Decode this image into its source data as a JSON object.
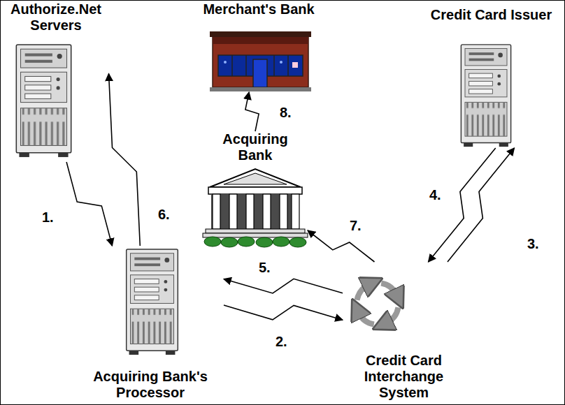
{
  "diagram": {
    "nodes": [
      {
        "text": [
          "Authorize.Net Servers"
        ]
      },
      {
        "text": [
          "Merchant's Bank"
        ]
      },
      {
        "text": [
          "Credit Card Issuer"
        ]
      },
      {
        "text": [
          "Acquiring Bank"
        ]
      },
      {
        "text": [
          "Acquiring Bank's Processor"
        ]
      },
      {
        "text": [
          "Credit Card Interchange System"
        ]
      }
    ],
    "edges": [
      {
        "from": 0,
        "to": 4,
        "label": "1.",
        "arrow": "to"
      },
      {
        "from": 4,
        "to": 5,
        "label": "2.",
        "arrow": "to"
      },
      {
        "from": 5,
        "to": 2,
        "label": "3.",
        "arrow": "to"
      },
      {
        "from": 2,
        "to": 5,
        "label": "4.",
        "arrow": "to"
      },
      {
        "from": 5,
        "to": 4,
        "label": "5.",
        "arrow": "to"
      },
      {
        "from": 4,
        "to": 0,
        "label": "6.",
        "arrow": "to"
      },
      {
        "from": 5,
        "to": 3,
        "label": "7.",
        "arrow": "to"
      },
      {
        "from": 3,
        "to": 1,
        "label": "8.",
        "arrow": "to"
      }
    ]
  }
}
